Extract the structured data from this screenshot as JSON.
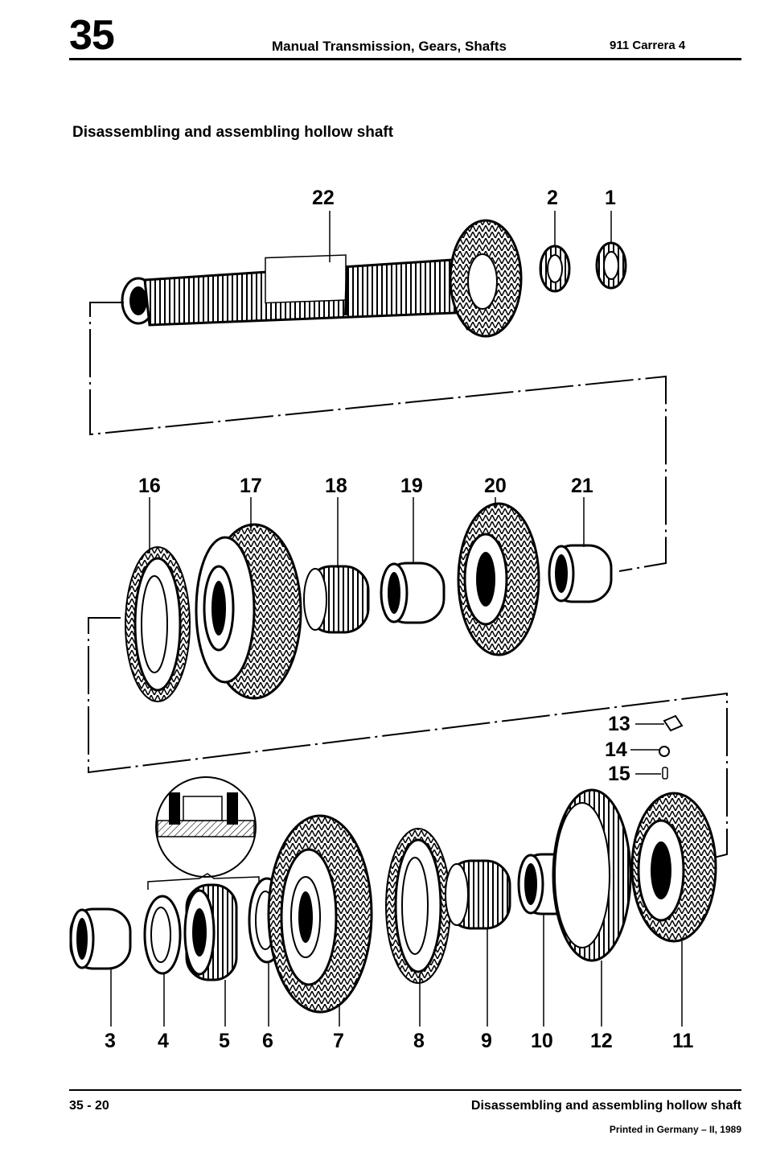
{
  "header": {
    "chapter": "35",
    "title": "Manual Transmission, Gears, Shafts",
    "model": "911 Carrera 4"
  },
  "page_title": "Disassembling and assembling hollow shaft",
  "labels": {
    "p1": "1",
    "p2": "2",
    "p3": "3",
    "p4": "4",
    "p5": "5",
    "p6": "6",
    "p7": "7",
    "p8": "8",
    "p9": "9",
    "p10": "10",
    "p11": "11",
    "p12": "12",
    "p13": "13",
    "p14": "14",
    "p15": "15",
    "p16": "16",
    "p17": "17",
    "p18": "18",
    "p19": "19",
    "p20": "20",
    "p21": "21",
    "p22": "22"
  },
  "footer": {
    "page": "35 - 20",
    "section": "Disassembling and assembling hollow shaft",
    "printed": "Printed in Germany – II, 1989"
  }
}
